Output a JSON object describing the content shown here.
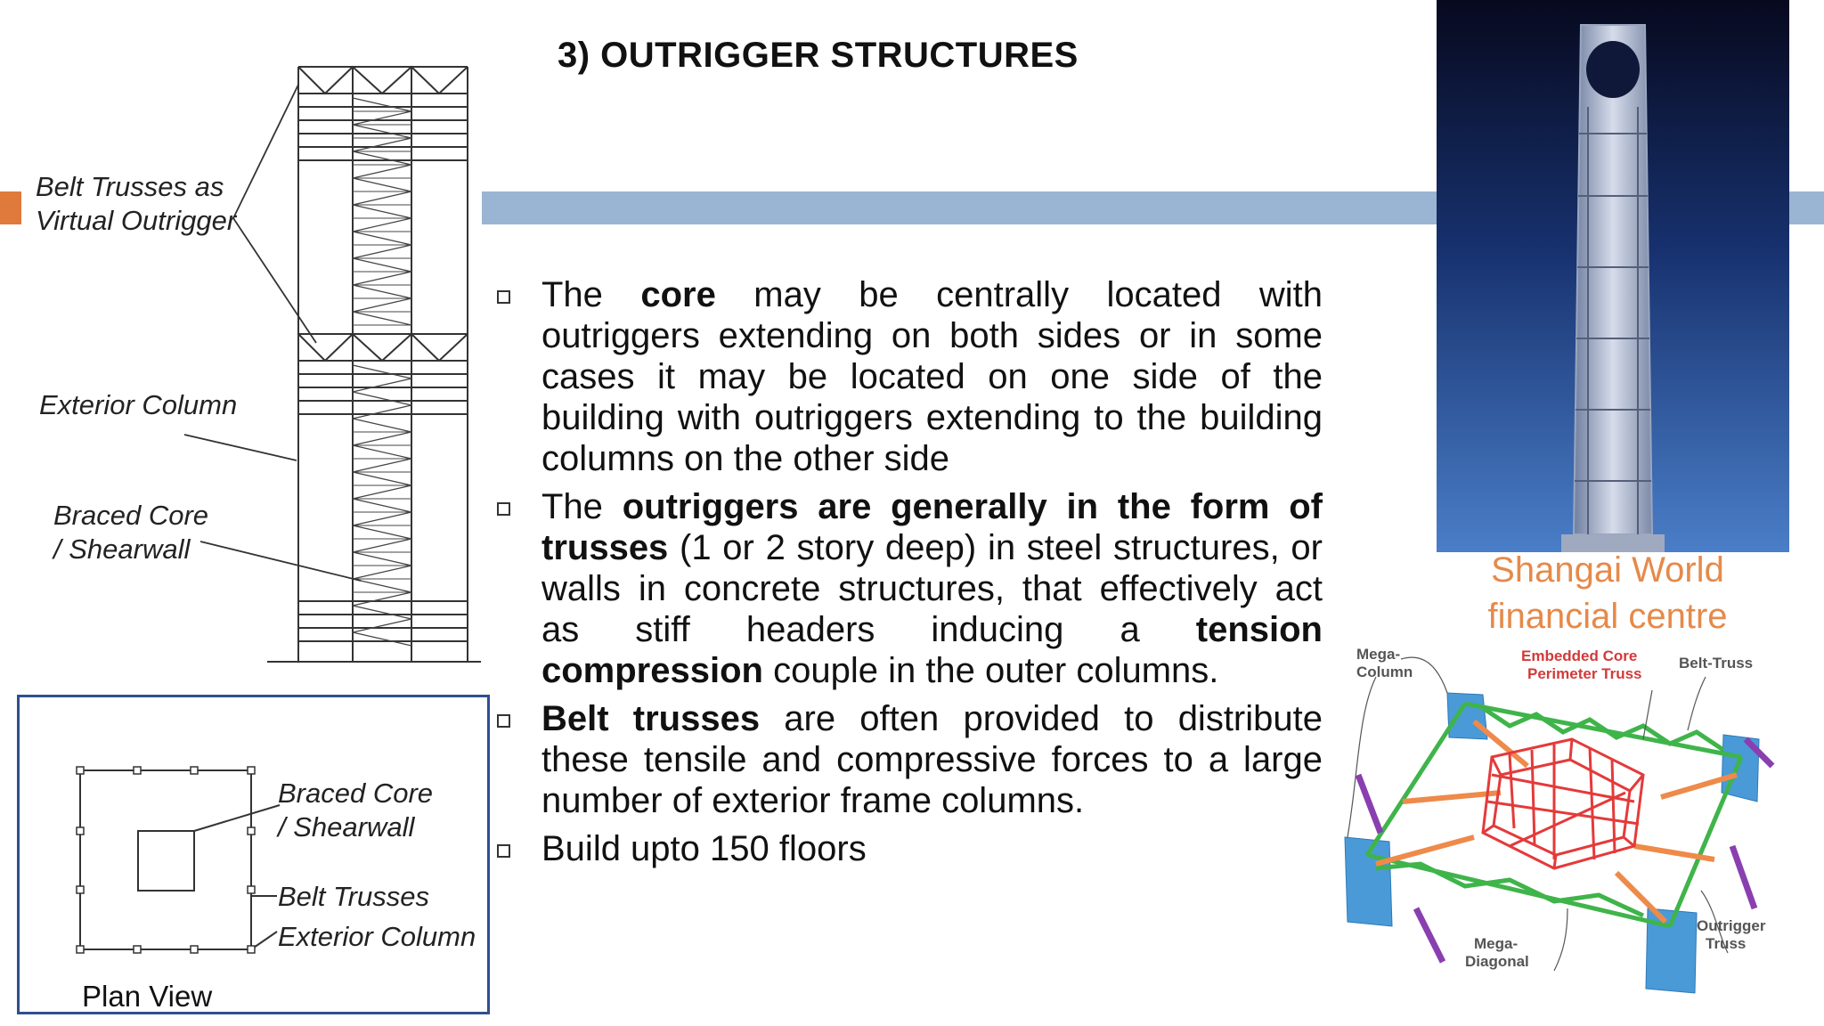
{
  "slide": {
    "title": "3) OUTRIGGER STRUCTURES"
  },
  "diagram": {
    "label_belt_line1": "Belt Trusses as",
    "label_belt_line2": "Virtual Outrigger",
    "label_exterior": "Exterior Column",
    "label_core_line1": "Braced Core",
    "label_core_line2": "/ Shearwall"
  },
  "plan": {
    "label_core_line1": "Braced Core",
    "label_core_line2": "/ Shearwall",
    "label_belt": "Belt Trusses",
    "label_exterior": "Exterior Column",
    "caption": "Plan View"
  },
  "bullets": [
    {
      "t1": "The ",
      "b1": "core",
      "t2": " may be centrally located with outriggers extending on both sides or in some cases it may be located on one side of the building with outriggers extending to the building columns on the other side"
    },
    {
      "t1": "The ",
      "b1": "outriggers are generally in the form of trusses",
      "t2": " (1 or 2 story deep) in steel structures, or walls in concrete structures, that effectively act as stiff headers inducing a ",
      "b2": "tension compression",
      "t3": " couple in the outer columns."
    },
    {
      "b1": "Belt trusses",
      "t2": " are often provided to distribute these tensile and compressive forces to a large number of exterior frame columns."
    },
    {
      "t1": "Build upto 150 floors"
    }
  ],
  "photo": {
    "caption_line1": "Shangai World",
    "caption_line2": "financial centre"
  },
  "truss3d": {
    "mega_column": [
      "Mega-",
      "Column"
    ],
    "embedded": [
      "Embedded Core",
      "Perimeter Truss"
    ],
    "belt": "Belt-Truss",
    "outrigger": [
      "Outrigger",
      "Truss"
    ],
    "mega_diagonal": [
      "Mega-",
      "Diagonal"
    ]
  },
  "colors": {
    "accent_bar": "#99b5d3",
    "accent_orange": "#e07a3c",
    "caption_orange": "#e58a4a",
    "plan_border": "#2f4f8f"
  }
}
